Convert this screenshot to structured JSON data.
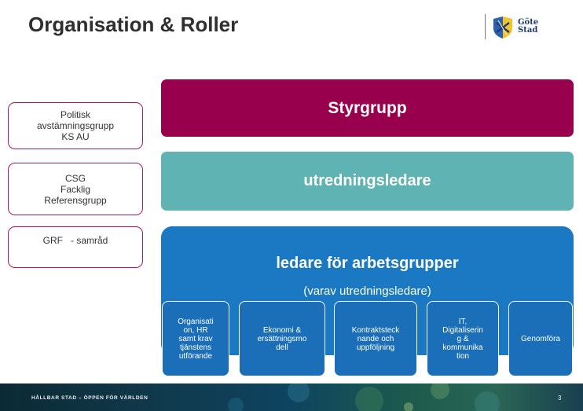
{
  "slide": {
    "title": "Organisation & Roller",
    "page_number": "3"
  },
  "logo": {
    "line1": "Göte",
    "line2": "Stad"
  },
  "side_boxes": [
    {
      "text": "Politisk\navstämningsgrupp\nKS AU"
    },
    {
      "text": "CSG\nFacklig\nReferensgrupp"
    },
    {
      "text": "GRF   - samråd"
    }
  ],
  "bands": {
    "styrgrupp": "Styrgrupp",
    "utredningsledare": "utredningsledare",
    "arbetsgrupper_title": "ledare för arbetsgrupper",
    "arbetsgrupper_sub": "(varav    utredningsledare)"
  },
  "work_groups": [
    {
      "text": "Organisati\non, HR\nsamt krav\ntjänstens\nutförande"
    },
    {
      "text": "Ekonomi &\nersättningsmo\ndell"
    },
    {
      "text": "Kontraktsteck\nnande och\nuppföljning"
    },
    {
      "text": "IT,\nDigitaliserin\ng &\nkommunika\ntion"
    },
    {
      "text": "Genomföra"
    }
  ],
  "footer": {
    "slogan": "HÅLLBAR STAD – ÖPPEN FÖR VÄRLDEN"
  },
  "colors": {
    "styrgrupp": "#98004e",
    "utredningsledare": "#5fb3b3",
    "arbetsgrupper": "#1b78c2",
    "side_border": "#a6196a"
  }
}
